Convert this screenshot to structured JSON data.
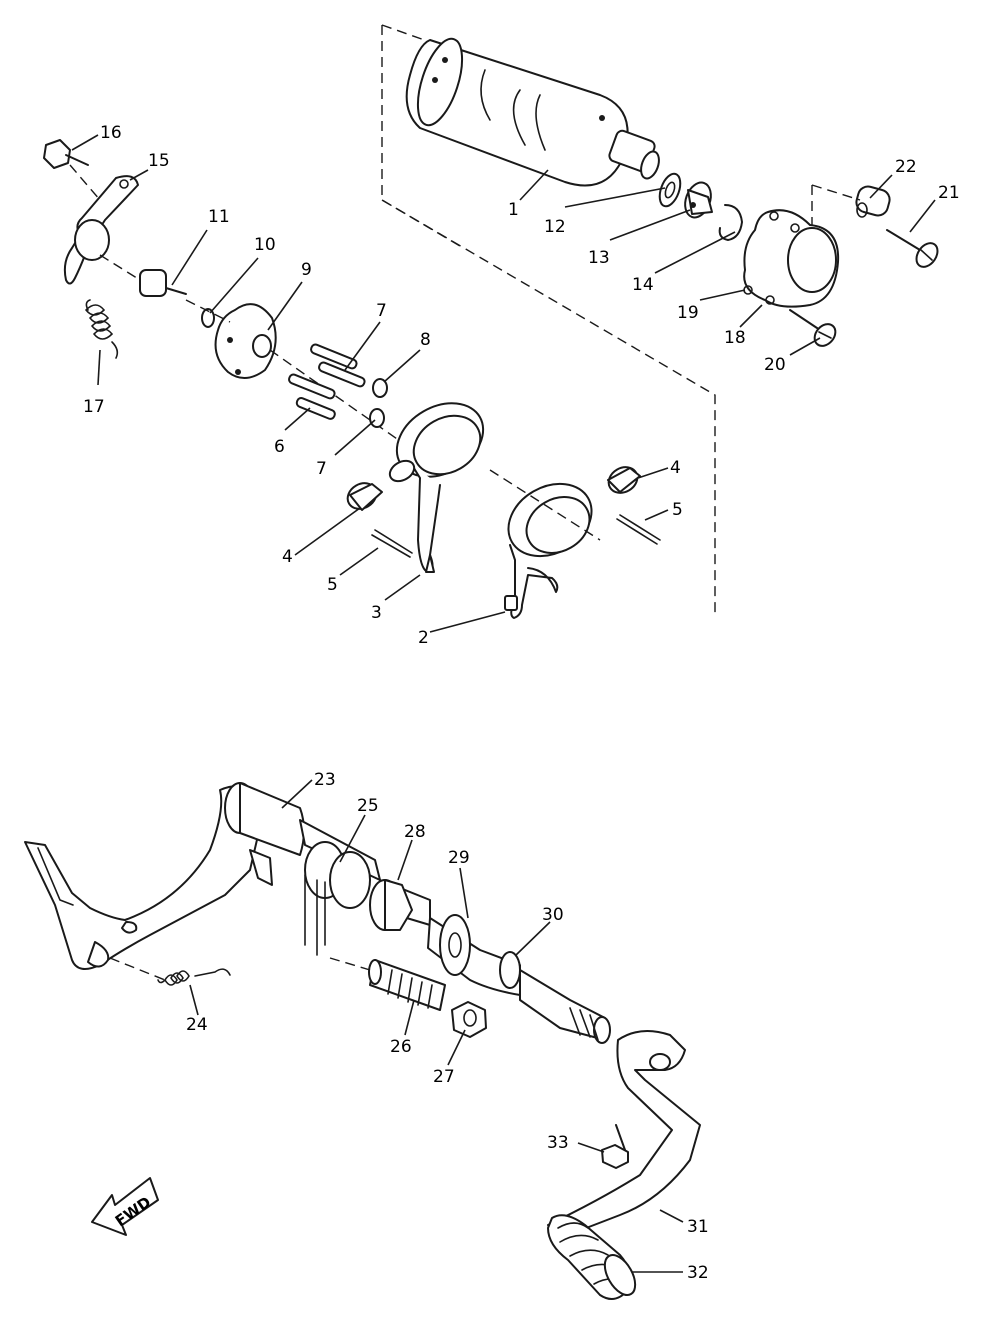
{
  "callouts": {
    "c1": "1",
    "c2": "2",
    "c3": "3",
    "c4a": "4",
    "c4b": "4",
    "c5a": "5",
    "c5b": "5",
    "c6": "6",
    "c7a": "7",
    "c7b": "7",
    "c8": "8",
    "c9": "9",
    "c10": "10",
    "c11": "11",
    "c12": "12",
    "c13": "13",
    "c14": "14",
    "c15": "15",
    "c16": "16",
    "c17": "17",
    "c18": "18",
    "c19": "19",
    "c20": "20",
    "c21": "21",
    "c22": "22",
    "c23": "23",
    "c24": "24",
    "c25": "25",
    "c26": "26",
    "c27": "27",
    "c28": "28",
    "c29": "29",
    "c30": "30",
    "c31": "31",
    "c32": "32",
    "c33": "33"
  },
  "fwd_label": "FWD"
}
